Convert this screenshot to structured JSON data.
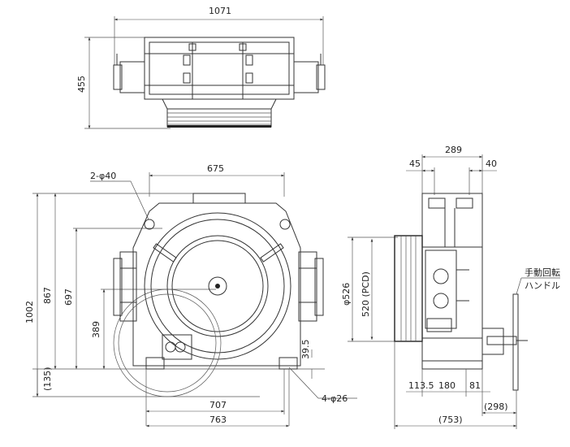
{
  "dimensions": {
    "top_width": "1071",
    "top_height": "455",
    "bore_diameter": "2-φ40",
    "front_span": "675",
    "overall_height": "1002",
    "height_867": "867",
    "height_697": "697",
    "height_389": "389",
    "base_offset": "(135)",
    "foot_height": "39.5",
    "foot_holes": "4-φ26",
    "base_707": "707",
    "base_763": "763",
    "side_width": "289",
    "side_left": "45",
    "side_right": "40",
    "sheave_diameter": "φ526",
    "pcd": "520 (PCD)",
    "side_113": "113.5",
    "side_180": "180",
    "side_81": "81",
    "side_298": "(298)",
    "side_753": "(753)"
  },
  "labels": {
    "handle_line1": "手動回転",
    "handle_line2": "ハンドル"
  }
}
